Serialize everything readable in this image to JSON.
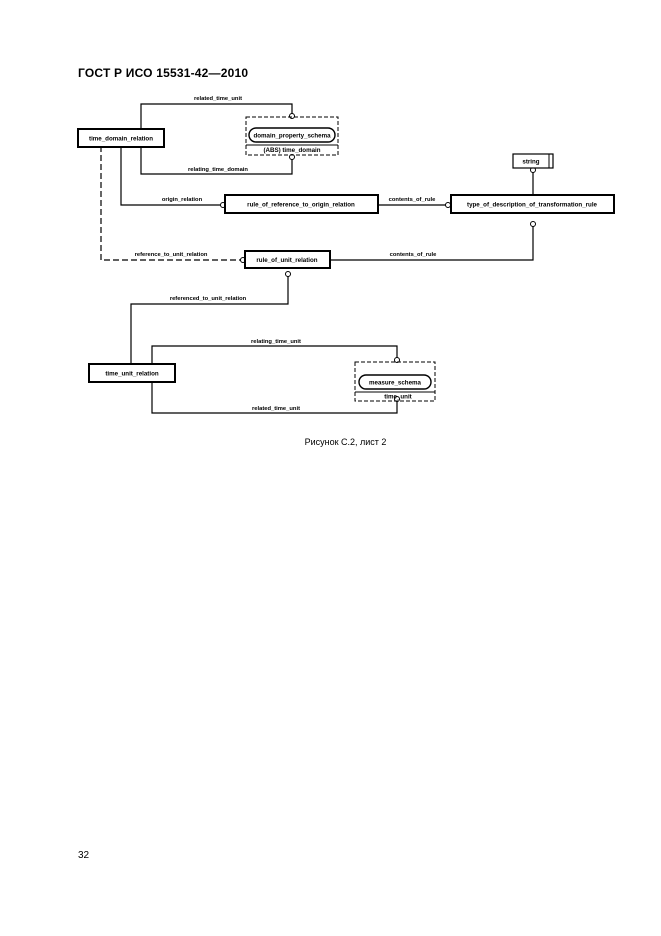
{
  "header": {
    "standard": "ГОСТ Р ИСО 15531-42—2010"
  },
  "entities": {
    "time_domain_relation": "time_domain_relation",
    "domain_property_schema": "domain_property_schema",
    "time_domain_abs": "(ABS) time_domain",
    "string": "string",
    "rule_of_reference_to_origin_relation": "rule_of_reference_to_origin_relation",
    "type_of_description_of_transformation_rule": "type_of_description_of_transformation_rule",
    "rule_of_unit_relation": "rule_of_unit_relation",
    "time_unit_relation": "time_unit_relation",
    "measure_schema": "measure_schema",
    "time_unit": "time_unit"
  },
  "relations": {
    "related_time_unit_top": "related_time_unit",
    "relating_time_domain": "relating_time_domain",
    "origin_relation": "origin_relation",
    "contents_of_rule_1": "contents_of_rule",
    "reference_to_unit_relation": "reference_to_unit_relation",
    "contents_of_rule_2": "contents_of_rule",
    "referenced_to_unit_relation": "referenced_to_unit_relation",
    "relating_time_unit": "relating_time_unit",
    "related_time_unit_bottom": "related_time_unit"
  },
  "caption": "Рисунок С.2, лист 2",
  "page_number": "32"
}
